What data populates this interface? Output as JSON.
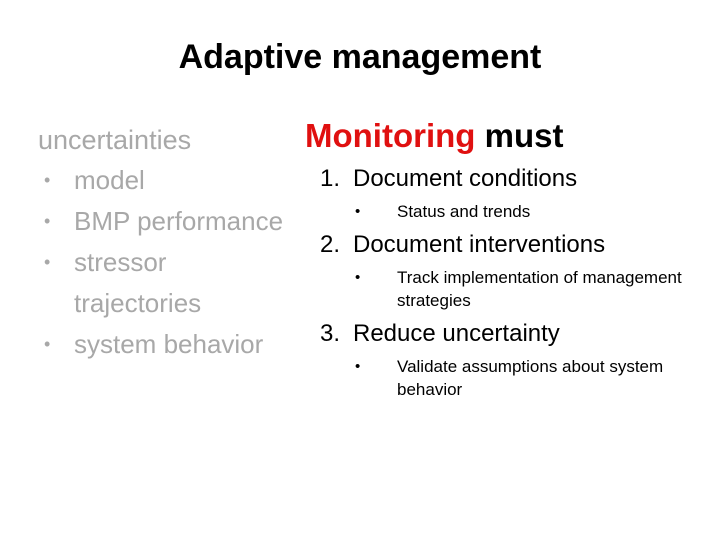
{
  "slide": {
    "title": "Adaptive management",
    "background_color": "#ffffff"
  },
  "left_column": {
    "heading": "uncertainties",
    "text_color": "#a8a8a8",
    "bullet_glyph": "•",
    "items": [
      {
        "label": "model"
      },
      {
        "label": "BMP performance"
      },
      {
        "label": "stressor trajectories"
      },
      {
        "label": "system behavior"
      }
    ]
  },
  "right_column": {
    "heading_highlight": "Monitoring",
    "heading_plain": " must",
    "highlight_color": "#e01010",
    "plain_color": "#000000",
    "sub_bullet_glyph": "•",
    "items": [
      {
        "number": "1.",
        "label": "Document conditions",
        "subs": [
          {
            "label": "Status and trends"
          }
        ]
      },
      {
        "number": "2.",
        "label": "Document interventions",
        "subs": [
          {
            "label": "Track implementation of management strategies"
          }
        ]
      },
      {
        "number": "3.",
        "label": "Reduce uncertainty",
        "subs": [
          {
            "label": "Validate assumptions about system behavior"
          }
        ]
      }
    ]
  }
}
